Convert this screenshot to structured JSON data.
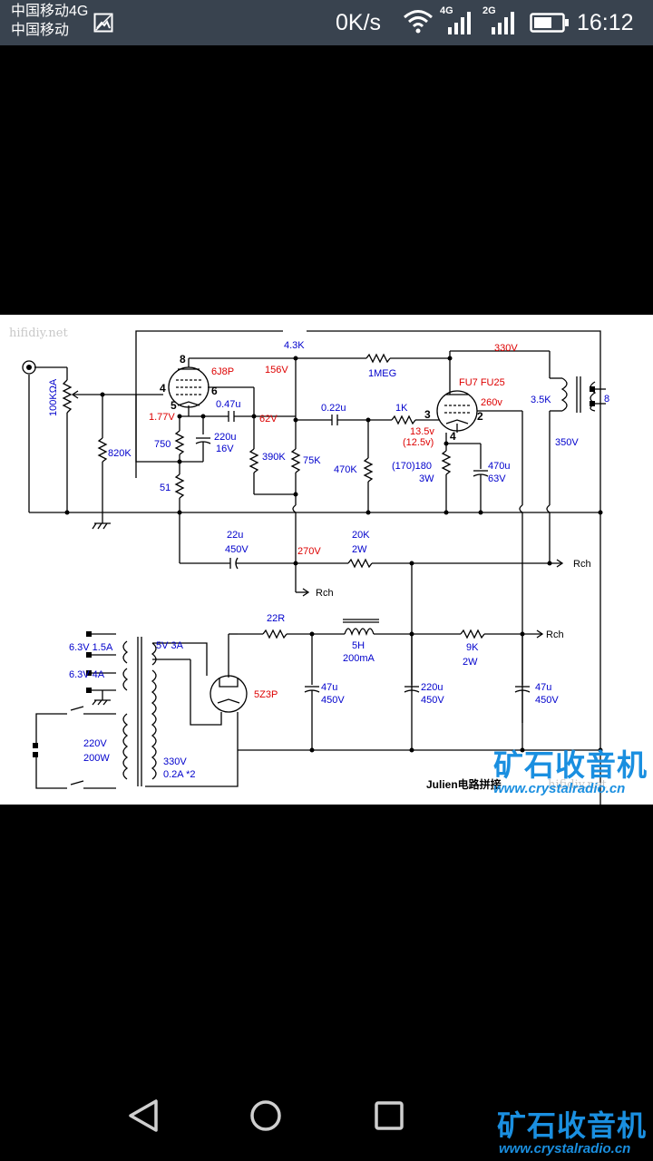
{
  "status_bar": {
    "carrier_1": "中国移动4G",
    "carrier_2": "中国移动",
    "net_speed": "0K/s",
    "sim1_type": "4G",
    "sim2_type": "2G",
    "time": "16:12",
    "icons": [
      "image-icon",
      "wifi-icon",
      "signal-4g-icon",
      "signal-2g-icon",
      "battery-icon"
    ]
  },
  "schematic": {
    "watermark_top_left": "hifidiy.net",
    "watermark_mid_right": "hifidiy.net",
    "author_label": "Julien电路拼接",
    "blue_labels": {
      "r_4_3k": "4.3K",
      "r_1meg": "1MEG",
      "pot": "100KΩA",
      "r_820k": "820K",
      "r_750": "750",
      "r_51": "51",
      "c_047u": "0.47u",
      "c_220u": "220u",
      "c_220u_v": "16V",
      "r_390k": "390K",
      "r_75k": "75K",
      "c_022u": "0.22u",
      "r_1k": "1K",
      "r_470k": "470K",
      "r_180": "(170)180",
      "r_180_w": "3W",
      "c_470u": "470u",
      "c_470u_v": "63V",
      "ot_3_5k": "3.5K",
      "ot_8": "8",
      "c_22u": "22u",
      "c_22u_v": "450V",
      "r_20k": "20K",
      "r_20k_w": "2W",
      "r_22r": "22R",
      "choke_5h": "5H",
      "choke_ma": "200mA",
      "r_9k": "9K",
      "r_9k_w": "2W",
      "c_47u_a": "47u",
      "c_47u_a_v": "450V",
      "c_220u_b": "220u",
      "c_220u_b_v": "450V",
      "c_47u_b": "47u",
      "c_47u_b_v": "450V",
      "h_63_15": "6.3V 1.5A",
      "h_63_4": "6.3V 4A",
      "mains_220": "220V",
      "mains_200w": "200W",
      "h_5v3a": "5V 3A",
      "sec_330": "330V",
      "sec_02a": "0.2A *2",
      "v_350": "350V"
    },
    "red_labels": {
      "tube1": "6J8P",
      "v_156": "156V",
      "v_330": "330V",
      "v_177": "1.77V",
      "v_62": "62V",
      "tube2": "FU7  FU25",
      "v_260": "260v",
      "v_135": "13.5v",
      "v_125": "(12.5v)",
      "v_270": "270V",
      "rect": "5Z3P"
    },
    "black_labels": {
      "pin8": "8",
      "pin4": "4",
      "pin6": "6",
      "pin5": "5",
      "pin3": "3",
      "pin2": "2",
      "pin4b": "4",
      "rch1": "Rch",
      "rch2": "Rch",
      "rch3": "Rch"
    }
  },
  "watermark_brand": {
    "name": "矿石收音机",
    "url": "www.crystalradio.cn"
  },
  "nav_bar": {
    "buttons": [
      "back-button",
      "home-button",
      "recents-button"
    ]
  }
}
